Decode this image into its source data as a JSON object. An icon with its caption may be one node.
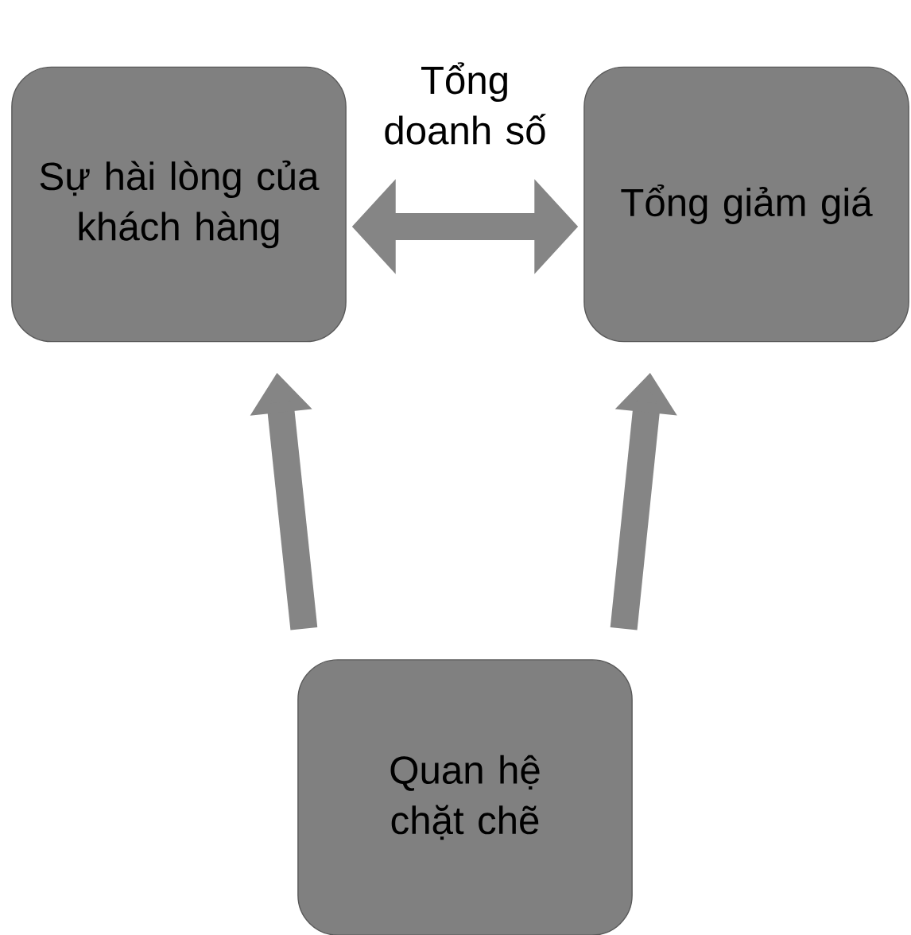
{
  "diagram": {
    "nodes": [
      {
        "text": [
          "Sự hài lòng của khách hàng"
        ]
      },
      {
        "text": [
          "Tổng giảm giá"
        ]
      },
      {
        "text": [
          "Quan hệ chặt chẽ"
        ]
      }
    ],
    "edges": [
      {
        "from": 0,
        "to": 1,
        "arrow": "both",
        "label": "Tổng doanh số"
      },
      {
        "from": 2,
        "to": 0,
        "arrow": "to"
      },
      {
        "from": 2,
        "to": 1,
        "arrow": "to"
      }
    ]
  }
}
